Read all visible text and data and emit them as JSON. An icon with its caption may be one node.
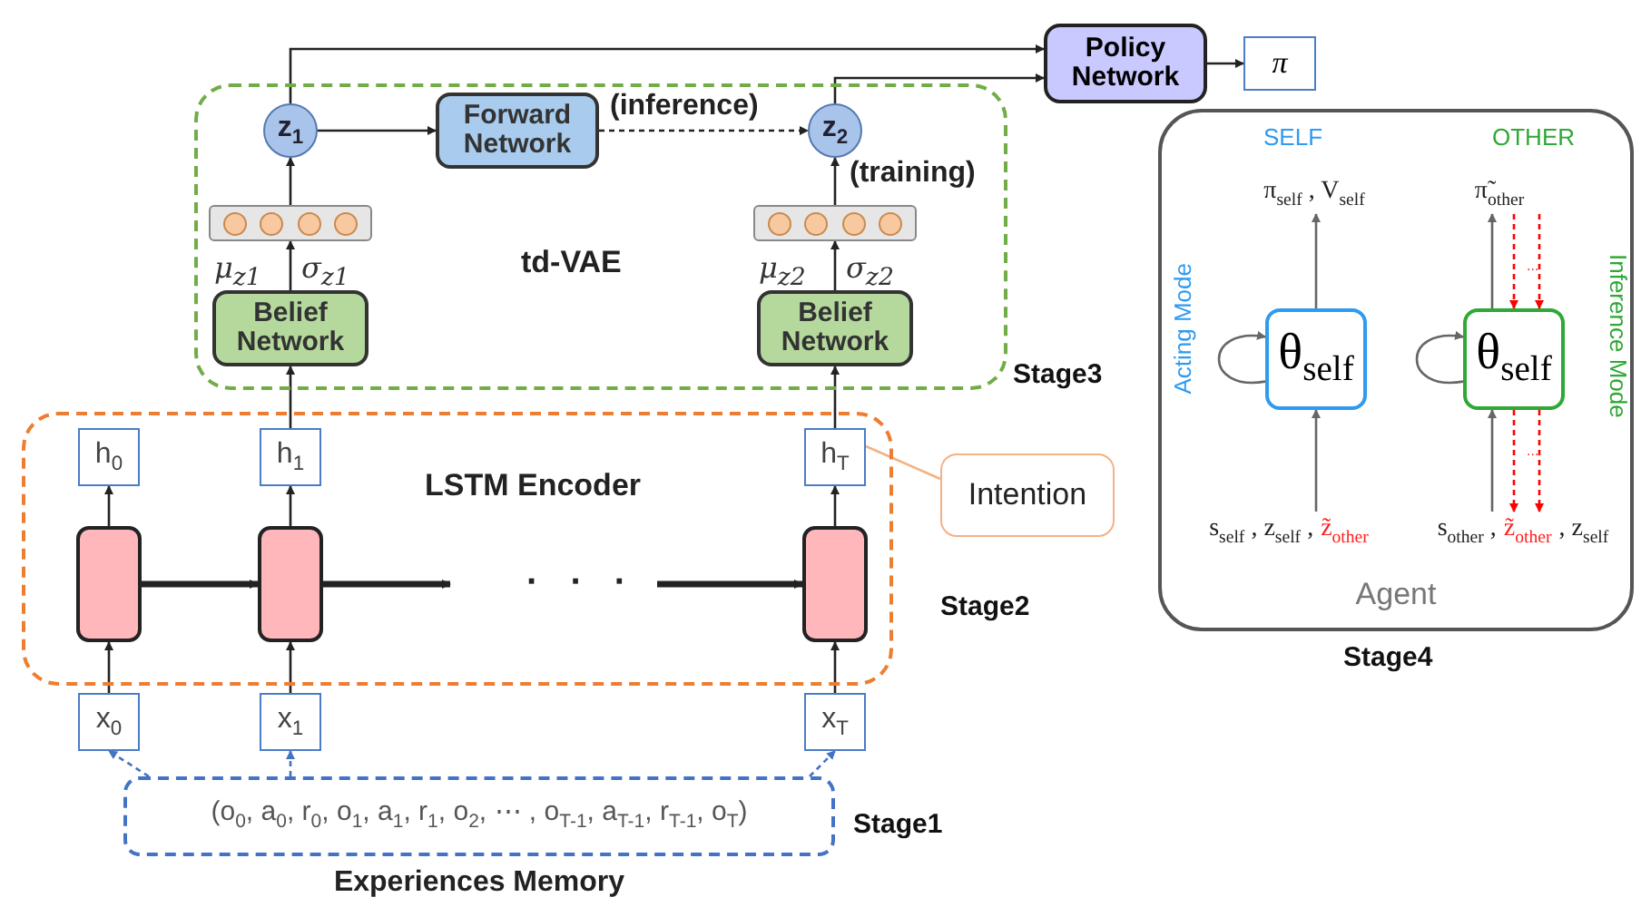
{
  "diagram": {
    "nodes": [
      {
        "text": [
          "Policy Network"
        ]
      },
      {
        "text": [
          "π"
        ]
      },
      {
        "text": [
          "td-VAE"
        ],
        "beside": [
          "Stage3"
        ]
      },
      {
        "text": [
          "z$_{1}$"
        ],
        "in": 2
      },
      {
        "text": [
          "Forward Network"
        ],
        "in": 2
      },
      {
        "text": [
          "z$_{2}$"
        ],
        "in": 2
      },
      {
        "text": [],
        "shape": "bar",
        "in": 2
      },
      {
        "text": [
          "Belief Network"
        ],
        "in": 2
      },
      {
        "text": [],
        "shape": "bar",
        "in": 2
      },
      {
        "text": [
          "Belief Network"
        ],
        "in": 2
      },
      {
        "text": [
          "LSTM Encoder"
        ],
        "beside": [
          "Stage2"
        ]
      },
      {
        "text": [
          "h$_{0}$"
        ],
        "in": 10
      },
      {
        "text": [
          "h$_{1}$"
        ],
        "in": 10
      },
      {
        "text": [
          "h$_{T}$"
        ],
        "in": 10
      },
      {
        "text": [],
        "shape": "box",
        "in": 10
      },
      {
        "text": [],
        "shape": "box",
        "in": 10
      },
      {
        "text": [],
        "shape": "box",
        "in": 10
      },
      {
        "text": [
          "Intention"
        ]
      },
      {
        "text": [
          "x$_{0}$"
        ]
      },
      {
        "text": [
          "x$_{1}$"
        ]
      },
      {
        "text": [
          "x$_{T}$"
        ]
      },
      {
        "text": [
          "(o$_{0}$, a$_{0}$, r$_{0}$, o$_{1}$, a$_{1}$, r$_{1}$, o$_{2}$, ⋯ , o$_{T-1}$, a$_{T-1}$, r$_{T-1}$, o$_{T}$)",
          "Experiences Memory"
        ],
        "beside": [
          "Stage1"
        ]
      },
      {
        "text": [
          "Agent"
        ],
        "beside": [
          "Stage4"
        ]
      },
      {
        "text": [
          "θ$_{self}$"
        ],
        "in": 22
      },
      {
        "text": [
          "θ$_{self}$"
        ],
        "in": 22
      },
      {
        "text": [
          "π$_{self}$ , V$_{self}$"
        ],
        "in": 22
      },
      {
        "text": [
          "π̃$_{other}$"
        ],
        "in": 22
      },
      {
        "text": [
          "s$_{self}$ , z$_{self}$ ,",
          "z̃$_{other}$"
        ],
        "in": 22
      },
      {
        "text": [
          "s$_{other}$ ,",
          "z̃$_{other}$",
          ", z$_{self}$"
        ],
        "in": 22
      }
    ],
    "edges": [
      {
        "from": 3,
        "to": 0,
        "arrow": "to"
      },
      {
        "from": 5,
        "to": 0,
        "arrow": "to"
      },
      {
        "from": 0,
        "to": 1,
        "arrow": "to"
      },
      {
        "from": 3,
        "to": 4,
        "arrow": "to"
      },
      {
        "from": 4,
        "to": 5,
        "arrow": "to",
        "style": "dashed",
        "label": "(inference)"
      },
      {
        "from": 6,
        "to": 3,
        "arrow": "to"
      },
      {
        "from": 7,
        "to": 6,
        "arrow": "to"
      },
      {
        "from": 8,
        "to": 5,
        "arrow": "to",
        "label": "(training)"
      },
      {
        "from": 9,
        "to": 8,
        "arrow": "to"
      },
      {
        "from": 12,
        "to": 7,
        "arrow": "to"
      },
      {
        "from": 13,
        "to": 9,
        "arrow": "to"
      },
      {
        "from": 14,
        "to": 11,
        "arrow": "to"
      },
      {
        "from": 15,
        "to": 12,
        "arrow": "to"
      },
      {
        "from": 16,
        "to": 13,
        "arrow": "to"
      },
      {
        "from": 14,
        "to": 15,
        "arrow": "to",
        "style": "thick"
      },
      {
        "from": 15,
        "to": null,
        "arrow": "to",
        "style": "thick"
      },
      {
        "from": null,
        "to": 16,
        "arrow": "to",
        "style": "thick"
      },
      {
        "from": 18,
        "to": 14,
        "arrow": "to"
      },
      {
        "from": 19,
        "to": 15,
        "arrow": "to"
      },
      {
        "from": 20,
        "to": 16,
        "arrow": "to"
      },
      {
        "from": 21,
        "to": 18,
        "arrow": "to",
        "style": "dashed",
        "color": "#4472c4"
      },
      {
        "from": 21,
        "to": 19,
        "arrow": "to",
        "style": "dashed",
        "color": "#4472c4"
      },
      {
        "from": 21,
        "to": 20,
        "arrow": "to",
        "style": "dashed",
        "color": "#4472c4"
      },
      {
        "from": 17,
        "to": 13,
        "arrow": "none",
        "color": "#f4b183"
      },
      {
        "from": 23,
        "to": 23,
        "arrow": "to",
        "color": "#666666"
      },
      {
        "from": 27,
        "to": 23,
        "arrow": "to",
        "color": "#666666"
      },
      {
        "from": 23,
        "to": 25,
        "arrow": "to",
        "color": "#666666"
      },
      {
        "from": 24,
        "to": 24,
        "arrow": "to",
        "color": "#666666"
      },
      {
        "from": 28,
        "to": 24,
        "arrow": "to",
        "color": "#666666"
      },
      {
        "from": 24,
        "to": 26,
        "arrow": "to",
        "color": "#666666"
      },
      {
        "from": 26,
        "to": 24,
        "arrow": "to",
        "style": "dashed",
        "color": "#ff0000"
      },
      {
        "from": 26,
        "to": 24,
        "arrow": "to",
        "style": "dashed",
        "color": "#ff0000"
      },
      {
        "from": 24,
        "to": 28,
        "arrow": "to",
        "style": "dashed",
        "color": "#ff0000"
      },
      {
        "from": 24,
        "to": 28,
        "arrow": "to",
        "style": "dashed",
        "color": "#ff0000"
      }
    ],
    "labels": [
      "μ$_{z1}$",
      "σ$_{z1}$",
      "μ$_{z2}$",
      "σ$_{z2}$",
      "· · ·",
      "SELF",
      "OTHER",
      "...",
      "Acting Mode",
      "Inference Mode",
      "..."
    ]
  }
}
